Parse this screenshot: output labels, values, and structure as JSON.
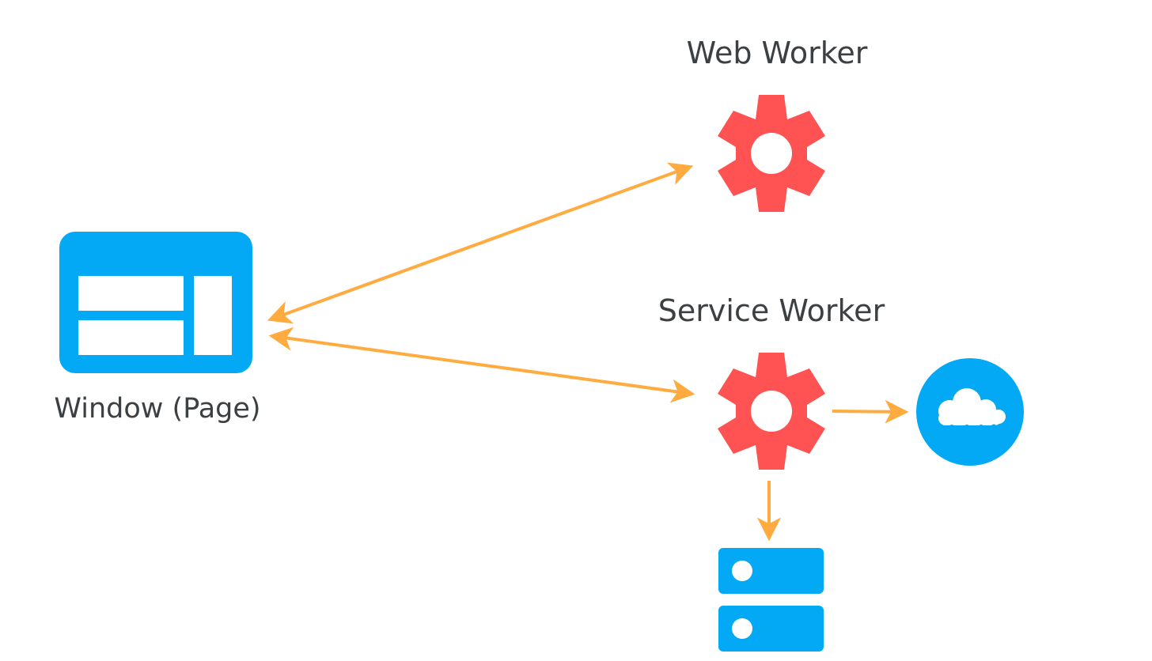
{
  "nodes": {
    "web_worker": {
      "label": "Web Worker",
      "icon": "gear-icon"
    },
    "service_worker": {
      "label": "Service Worker",
      "icon": "gear-icon"
    },
    "window": {
      "label": "Window (Page)",
      "icon": "browser-window-icon"
    },
    "cloud": {
      "icon": "cloud-icon"
    },
    "storage": {
      "icon": "database-icon"
    }
  },
  "edges": [
    {
      "from": "window",
      "to": "web_worker",
      "direction": "both"
    },
    {
      "from": "window",
      "to": "service_worker",
      "direction": "both"
    },
    {
      "from": "service_worker",
      "to": "cloud",
      "direction": "forward"
    },
    {
      "from": "service_worker",
      "to": "storage",
      "direction": "forward"
    }
  ],
  "colors": {
    "gear": "#ff5252",
    "blue": "#03a9f4",
    "arrow": "#ffab40",
    "text": "#3c4043"
  }
}
